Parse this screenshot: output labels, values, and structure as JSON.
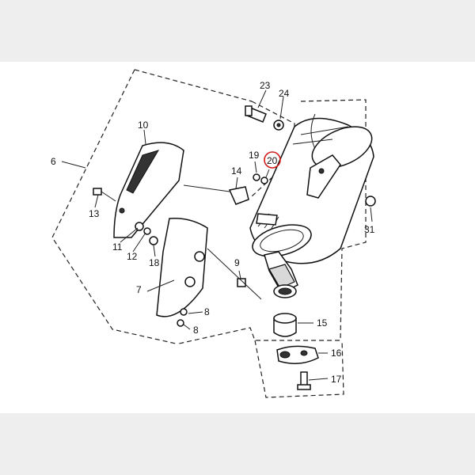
{
  "diagram": {
    "highlight_color": "#d11a1a",
    "highlighted_part": "20",
    "callouts": [
      {
        "id": "c6",
        "label": "6"
      },
      {
        "id": "c7",
        "label": "7"
      },
      {
        "id": "c8a",
        "label": "8"
      },
      {
        "id": "c8b",
        "label": "8"
      },
      {
        "id": "c9",
        "label": "9"
      },
      {
        "id": "c10",
        "label": "10"
      },
      {
        "id": "c11",
        "label": "11"
      },
      {
        "id": "c12",
        "label": "12"
      },
      {
        "id": "c13",
        "label": "13"
      },
      {
        "id": "c14",
        "label": "14"
      },
      {
        "id": "c15",
        "label": "15"
      },
      {
        "id": "c16",
        "label": "16"
      },
      {
        "id": "c17",
        "label": "17"
      },
      {
        "id": "c18",
        "label": "18"
      },
      {
        "id": "c19",
        "label": "19"
      },
      {
        "id": "c20",
        "label": "20"
      },
      {
        "id": "c23",
        "label": "23"
      },
      {
        "id": "c24",
        "label": "24"
      },
      {
        "id": "c31",
        "label": "31"
      }
    ]
  }
}
